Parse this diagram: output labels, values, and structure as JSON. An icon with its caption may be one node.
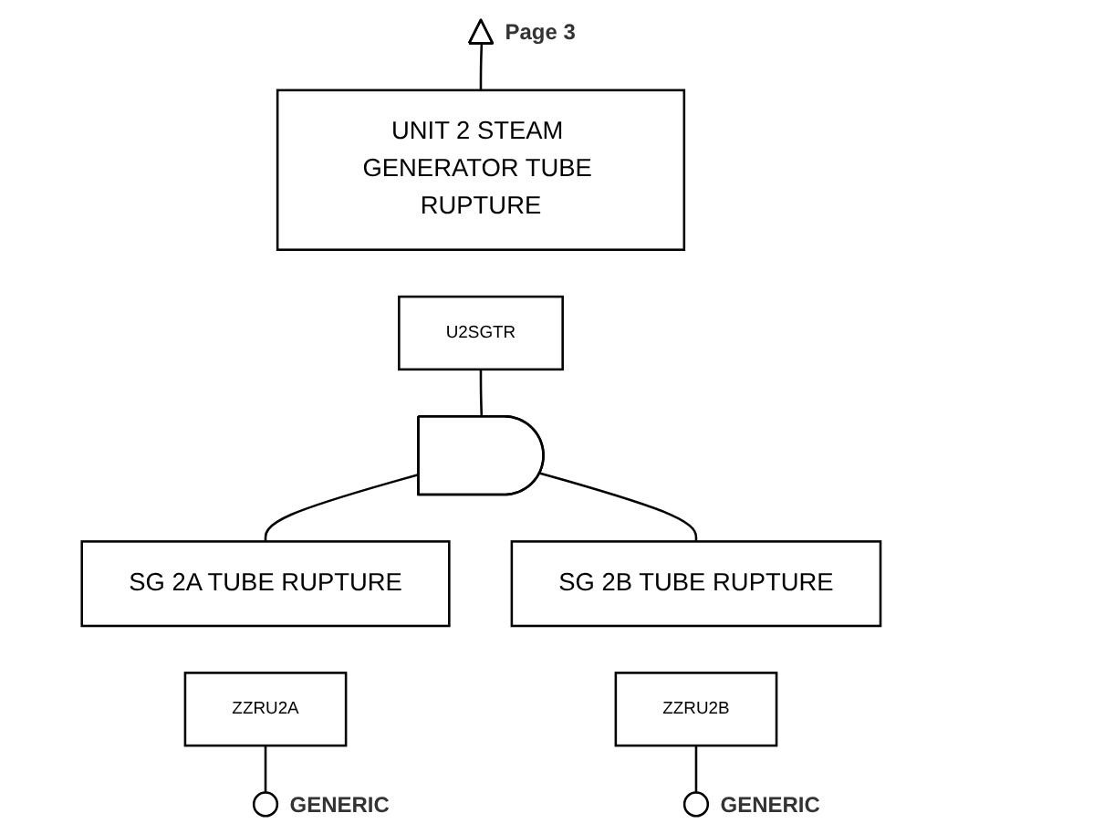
{
  "diagram": {
    "nodes": [
      {
        "text": [
          "UNIT 2 STEAM GENERATOR TUBE RUPTURE"
        ]
      },
      {
        "text": [
          "U2SGTR"
        ]
      },
      {
        "text": [],
        "shape": "triangle",
        "beside": [
          "Page 3"
        ]
      },
      {
        "text": [],
        "shape": "gate"
      },
      {
        "text": [
          "SG 2A TUBE RUPTURE"
        ]
      },
      {
        "text": [
          "ZZRU2A"
        ]
      },
      {
        "text": [],
        "shape": "circle",
        "beside": [
          "GENERIC"
        ]
      },
      {
        "text": [
          "SG 2B TUBE RUPTURE"
        ]
      },
      {
        "text": [
          "ZZRU2B"
        ]
      },
      {
        "text": [],
        "shape": "circle",
        "beside": [
          "GENERIC"
        ]
      }
    ],
    "edges": [
      {
        "from": 2,
        "to": 0,
        "arrow": "none"
      },
      {
        "from": 1,
        "to": 3,
        "arrow": "none"
      },
      {
        "from": 3,
        "to": 4,
        "arrow": "none"
      },
      {
        "from": 3,
        "to": 7,
        "arrow": "none"
      },
      {
        "from": 5,
        "to": 6,
        "arrow": "none"
      },
      {
        "from": 8,
        "to": 9,
        "arrow": "none"
      }
    ]
  }
}
